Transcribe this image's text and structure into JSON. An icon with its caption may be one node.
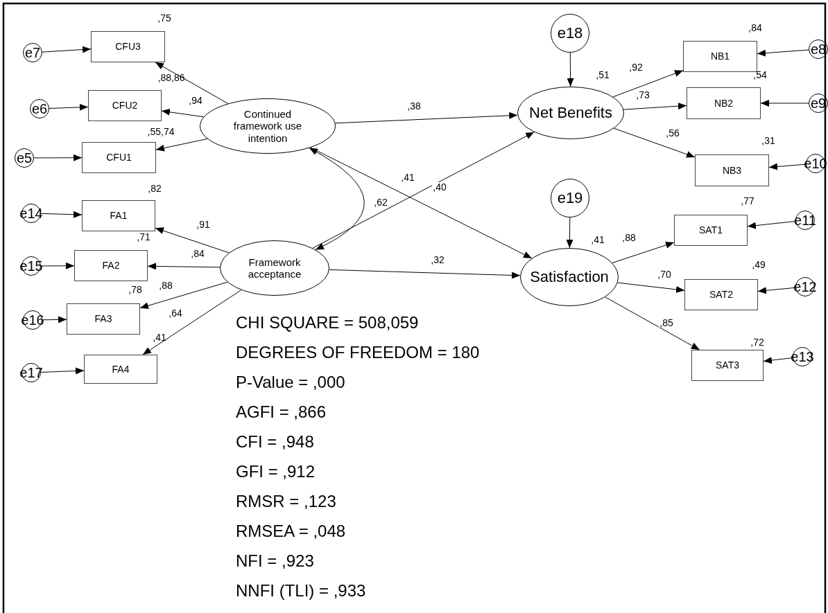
{
  "diagram": {
    "nodes": [
      {
        "text": [
          "e7"
        ]
      },
      {
        "text": [
          "CFU3"
        ],
        "beside": [
          ",75"
        ]
      },
      {
        "text": [
          "e18"
        ]
      },
      {
        "text": [
          "NB1"
        ],
        "beside": [
          ",84"
        ]
      },
      {
        "text": [
          "e8"
        ]
      },
      {
        "text": [
          "e6"
        ]
      },
      {
        "text": [
          "CFU2"
        ]
      },
      {
        "text": [
          "Continued framework use intention"
        ]
      },
      {
        "text": [
          "Net Benefits"
        ],
        "beside": [
          ",51"
        ]
      },
      {
        "text": [
          "NB2"
        ]
      },
      {
        "text": [
          "e9"
        ]
      },
      {
        "text": [
          "e5"
        ]
      },
      {
        "text": [
          "CFU1"
        ]
      },
      {
        "text": [
          "NB3"
        ],
        "beside": [
          ",31"
        ]
      },
      {
        "text": [
          "e10"
        ]
      },
      {
        "text": [
          "e19"
        ]
      },
      {
        "text": [
          "e14"
        ]
      },
      {
        "text": [
          "FA1"
        ],
        "beside": [
          ",82"
        ]
      },
      {
        "text": [
          "SAT1"
        ],
        "beside": [
          ",77"
        ]
      },
      {
        "text": [
          "e11"
        ]
      },
      {
        "text": [
          "e15"
        ]
      },
      {
        "text": [
          "FA2"
        ]
      },
      {
        "text": [
          "Framework acceptance"
        ]
      },
      {
        "text": [
          "Satisfaction"
        ],
        "beside": [
          ",41"
        ]
      },
      {
        "text": [
          "SAT2"
        ],
        "beside": [
          ",49"
        ]
      },
      {
        "text": [
          "e12"
        ]
      },
      {
        "text": [
          "e16"
        ]
      },
      {
        "text": [
          "FA3"
        ],
        "beside": [
          ",78"
        ]
      },
      {
        "text": [
          "SAT3"
        ],
        "beside": [
          ",72"
        ]
      },
      {
        "text": [
          "e13"
        ]
      },
      {
        "text": [
          "e17"
        ]
      },
      {
        "text": [
          "FA4"
        ],
        "beside": [
          ",41"
        ]
      }
    ],
    "edges": [
      {
        "from": 0,
        "to": 1,
        "arrow": "to"
      },
      {
        "from": 2,
        "to": 8,
        "arrow": "to"
      },
      {
        "from": 4,
        "to": 3,
        "arrow": "to"
      },
      {
        "from": 8,
        "to": 3,
        "arrow": "to",
        "label": ",92"
      },
      {
        "from": 7,
        "to": 1,
        "arrow": "to"
      },
      {
        "from": 10,
        "to": 9,
        "arrow": "to"
      },
      {
        "from": 8,
        "to": 9,
        "arrow": "to",
        "label": ",73"
      },
      {
        "from": 5,
        "to": 6,
        "arrow": "to"
      },
      {
        "from": 7,
        "to": 6,
        "arrow": "to"
      },
      {
        "from": 7,
        "to": 8,
        "arrow": "to",
        "label": ",38"
      },
      {
        "from": 11,
        "to": 12,
        "arrow": "to"
      },
      {
        "from": 7,
        "to": 12,
        "arrow": "to"
      },
      {
        "from": 8,
        "to": 13,
        "arrow": "to",
        "label": ",56"
      },
      {
        "from": 14,
        "to": 13,
        "arrow": "to"
      },
      {
        "from": 7,
        "to": 23,
        "arrow": "to",
        "label": ",41"
      },
      {
        "from": 22,
        "to": 8,
        "arrow": "to",
        "label": ",40"
      },
      {
        "from": 7,
        "to": 22,
        "arrow": "both",
        "label": ",62"
      },
      {
        "from": 15,
        "to": 23,
        "arrow": "to"
      },
      {
        "from": 16,
        "to": 17,
        "arrow": "to"
      },
      {
        "from": 22,
        "to": 17,
        "arrow": "to",
        "label": ",91"
      },
      {
        "from": 23,
        "to": 18,
        "arrow": "to",
        "label": ",88"
      },
      {
        "from": 19,
        "to": 18,
        "arrow": "to"
      },
      {
        "from": 20,
        "to": 21,
        "arrow": "to"
      },
      {
        "from": 22,
        "to": 21,
        "arrow": "to",
        "label": ",84"
      },
      {
        "from": 22,
        "to": 23,
        "arrow": "to",
        "label": ",32"
      },
      {
        "from": 23,
        "to": 24,
        "arrow": "to",
        "label": ",70"
      },
      {
        "from": 25,
        "to": 24,
        "arrow": "to"
      },
      {
        "from": 26,
        "to": 27,
        "arrow": "to"
      },
      {
        "from": 22,
        "to": 27,
        "arrow": "to",
        "label": ",88"
      },
      {
        "from": 23,
        "to": 28,
        "arrow": "to",
        "label": ",85"
      },
      {
        "from": 29,
        "to": 28,
        "arrow": "to"
      },
      {
        "from": 30,
        "to": 31,
        "arrow": "to"
      },
      {
        "from": 22,
        "to": 31,
        "arrow": "to",
        "label": ",64"
      }
    ],
    "labels": [
      ",88,86",
      ",94",
      ",55,74",
      ",54",
      ",71",
      "CHI SQUARE = 508,059",
      "DEGREES OF FREEDOM = 180",
      "P-Value = ,000",
      "AGFI = ,866",
      "CFI = ,948",
      "GFI = ,912",
      "RMSR = ,123",
      "RMSEA = ,048",
      "NFI = ,923",
      "NNFI (TLI) = ,933"
    ]
  }
}
